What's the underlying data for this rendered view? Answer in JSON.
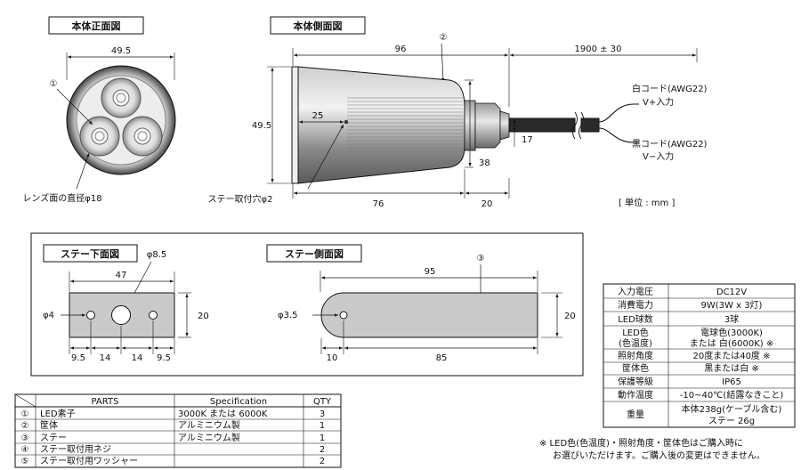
{
  "front_view": {
    "title": "本体正面図",
    "width_dim": "49.5",
    "callout_1": "①",
    "lens_note": "レンズ面の直径φ18"
  },
  "side_view": {
    "title": "本体側面図",
    "dim_96": "96",
    "dim_cable": "1900 ± 30",
    "callout_2": "②",
    "dim_height": "49.5",
    "dim_25": "25",
    "dim_17": "17",
    "dim_38": "38",
    "dim_76": "76",
    "dim_20": "20",
    "hole_note": "ステー取付穴φ2",
    "unit_note": "[ 単位 : mm ]"
  },
  "wires": {
    "white_cord": "白コード(AWG22)",
    "white_input": "V+入力",
    "black_cord": "黒コード(AWG22)",
    "black_input": "V−入力"
  },
  "stay_bottom": {
    "title": "ステー下面図",
    "dim_hole_big": "φ8.5",
    "dim_47": "47",
    "dim_hole_small": "φ4",
    "dim_height": "20",
    "dims_bottom": [
      "9.5",
      "14",
      "14",
      "9.5"
    ]
  },
  "stay_side": {
    "title": "ステー側面図",
    "callout_3": "③",
    "dim_95": "95",
    "dim_hole": "φ3.5",
    "dim_height": "20",
    "dim_10": "10",
    "dim_85": "85"
  },
  "parts_table": {
    "headers": [
      "",
      "PARTS",
      "Specification",
      "QTY"
    ],
    "rows": [
      {
        "no": "①",
        "part": "LED素子",
        "spec": "3000K または 6000K",
        "qty": "3"
      },
      {
        "no": "②",
        "part": "筐体",
        "spec": "アルミニウム製",
        "qty": "1"
      },
      {
        "no": "③",
        "part": "ステー",
        "spec": "アルミニウム製",
        "qty": "1"
      },
      {
        "no": "④",
        "part": "ステー取付用ネジ",
        "spec": "",
        "qty": "2"
      },
      {
        "no": "⑤",
        "part": "ステー取付用ワッシャー",
        "spec": "",
        "qty": "2"
      }
    ]
  },
  "spec_table": {
    "rows": [
      {
        "label": "入力電圧",
        "value": "DC12V"
      },
      {
        "label": "消費電力",
        "value": "9W(3W x 3灯)"
      },
      {
        "label": "LED球数",
        "value": "3球"
      },
      {
        "label": [
          "LED色",
          "(色温度)"
        ],
        "value": [
          "電球色(3000K)",
          "または 白(6000K) ※"
        ]
      },
      {
        "label": "照射角度",
        "value": "20度または40度 ※"
      },
      {
        "label": "筐体色",
        "value": "黒または白 ※"
      },
      {
        "label": "保護等級",
        "value": "IP65"
      },
      {
        "label": "動作温度",
        "value": "-10~40℃(結露なきこと)"
      },
      {
        "label": "重量",
        "value": [
          "本体238g(ケーブル含む)",
          "ステー 26g"
        ]
      }
    ]
  },
  "footnote": [
    "※ LED色(色温度)・照射角度・筐体色はご購入時に",
    "お選びいただけます。ご購入後の変更はできません。"
  ]
}
